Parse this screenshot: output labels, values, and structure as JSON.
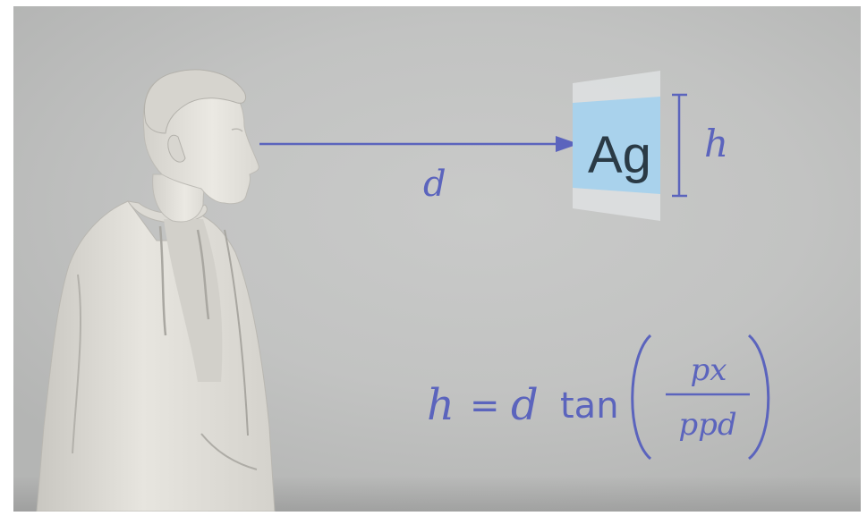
{
  "diagram": {
    "distance_label": "d",
    "height_label": "h",
    "sample_text": "Ag",
    "formula": {
      "lhs": "h",
      "equals": "=",
      "d": "d",
      "func": "tan",
      "numerator": "px",
      "denominator": "ppd"
    }
  },
  "colors": {
    "accent": "#5b64bd",
    "background": "#c4c5c4",
    "figure": "#e4e2dc",
    "panel": "#a9d2ec"
  }
}
